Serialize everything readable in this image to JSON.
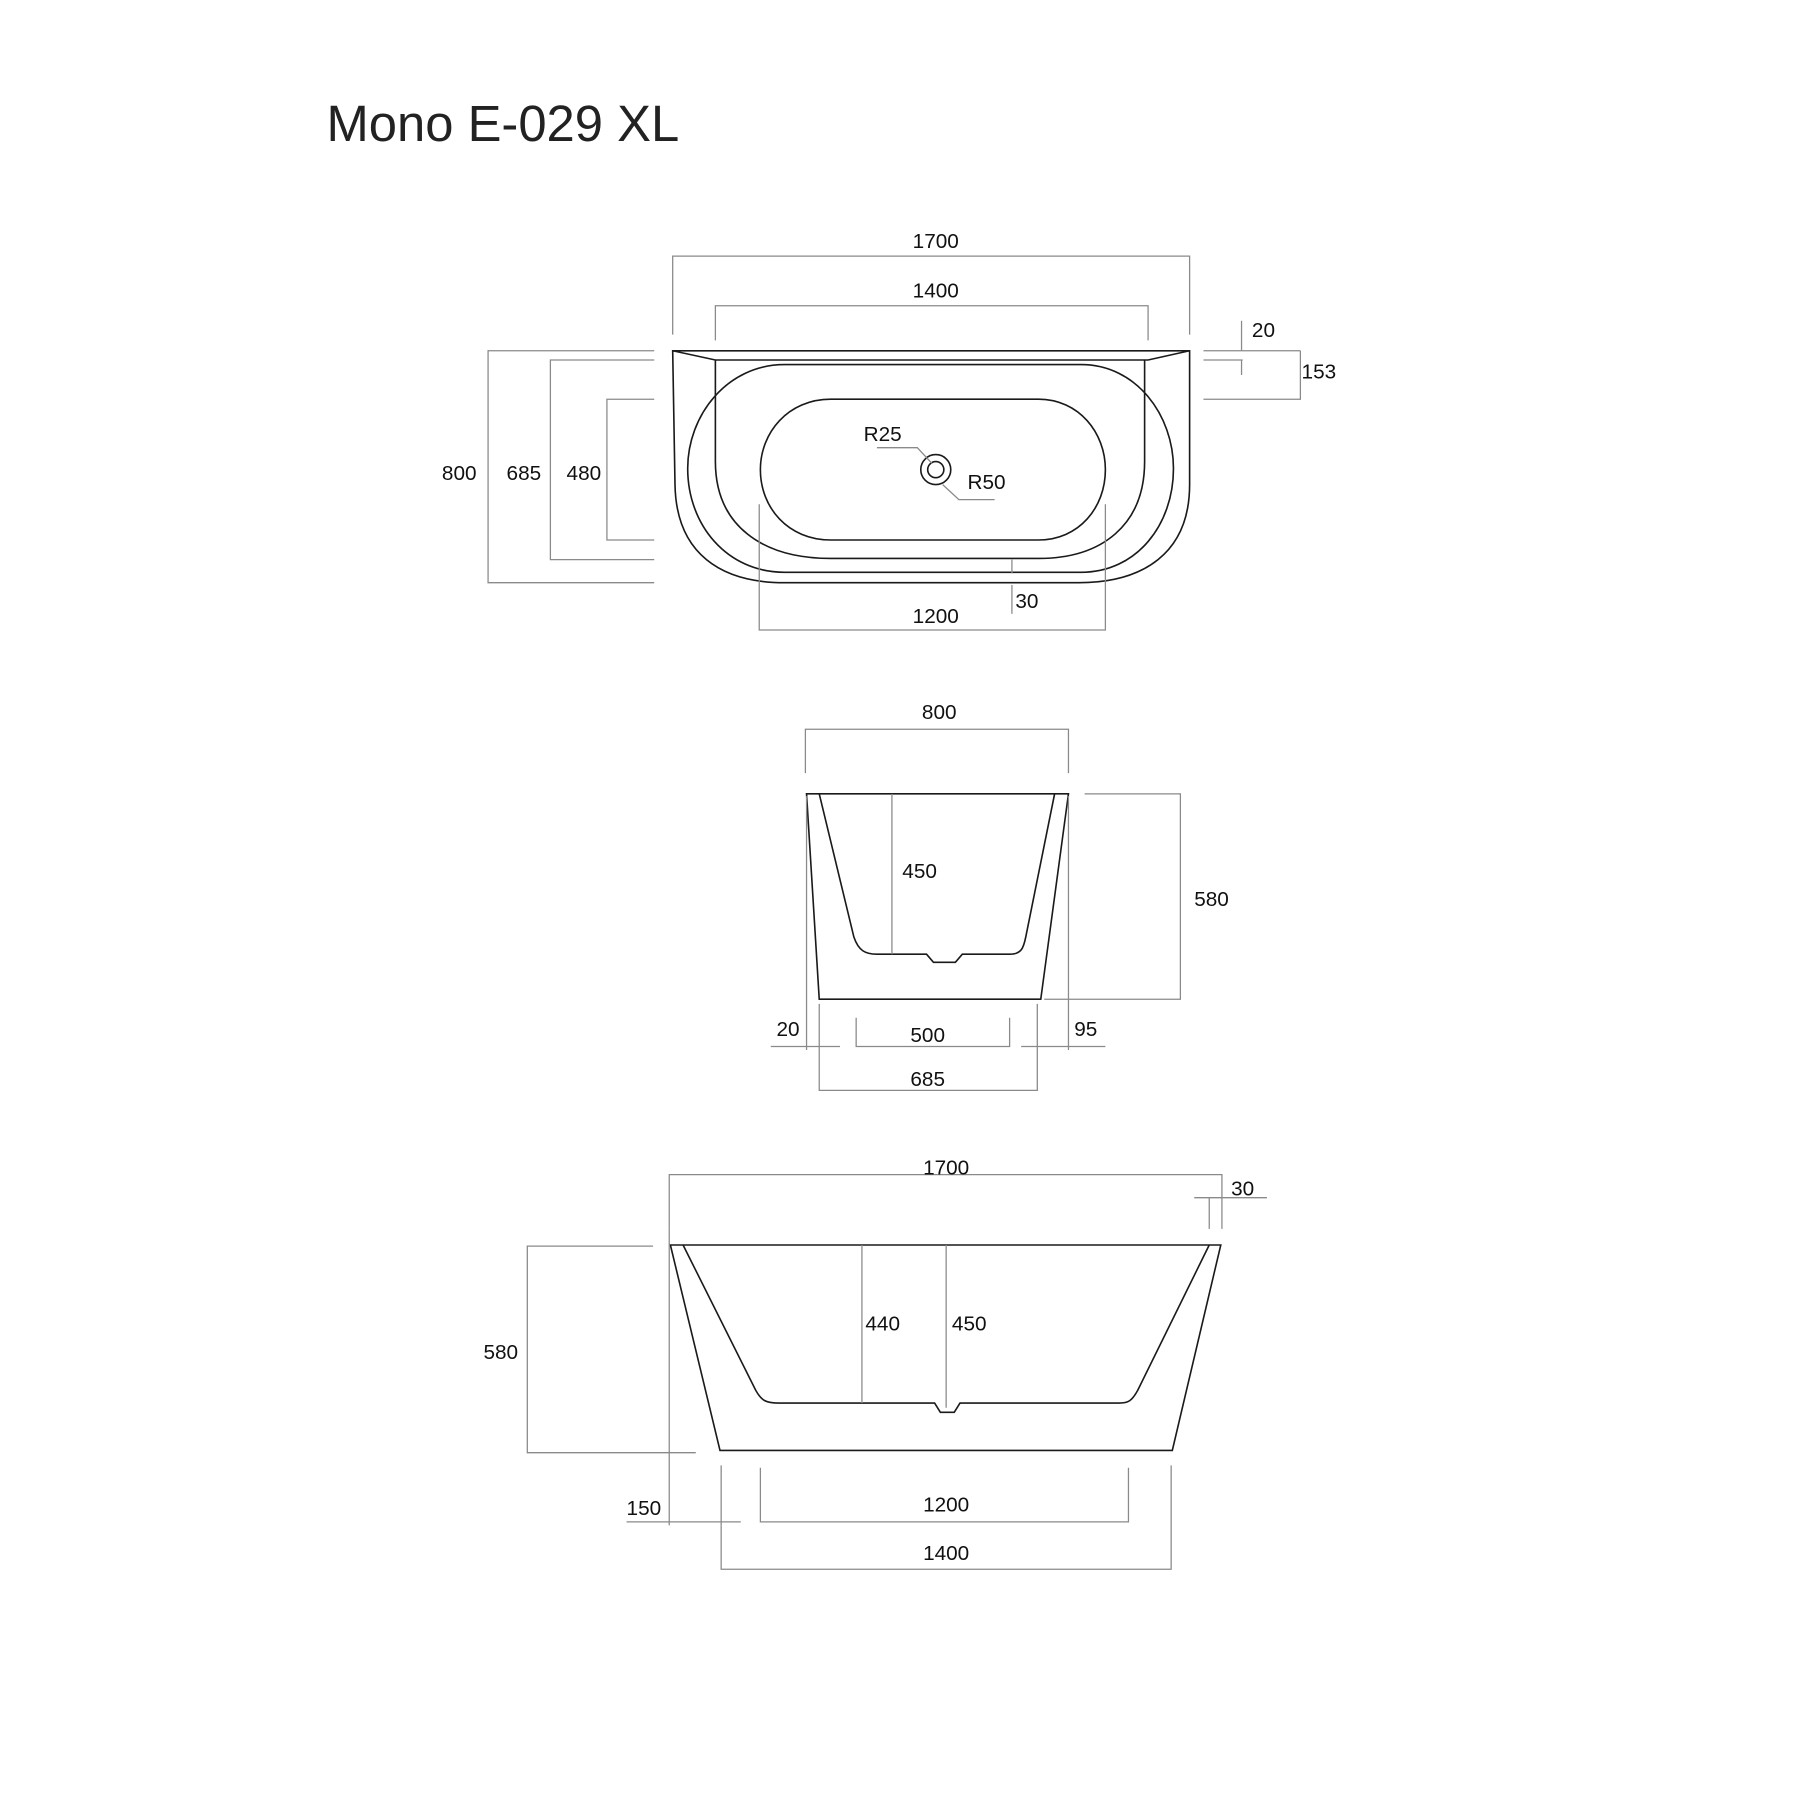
{
  "title": "Mono E-029 XL",
  "top_view": {
    "overall_length": "1700",
    "inner_length": "1400",
    "rim_offset": "20",
    "rim_depth": "153",
    "overall_width": "800",
    "mid_width": "685",
    "basin_width": "480",
    "drain_inner_radius": "R25",
    "drain_outer_radius": "R50",
    "wall_thickness": "30",
    "basin_length": "1200"
  },
  "side_view": {
    "overall_width": "800",
    "inner_depth": "450",
    "overall_height": "580",
    "left_offset": "20",
    "base_inner": "500",
    "right_offset": "95",
    "base_width": "685"
  },
  "front_view": {
    "overall_length": "1700",
    "right_offset": "30",
    "depth_440": "440",
    "depth_450": "450",
    "overall_height": "580",
    "left_offset": "150",
    "base_inner": "1200",
    "base_length": "1400"
  }
}
